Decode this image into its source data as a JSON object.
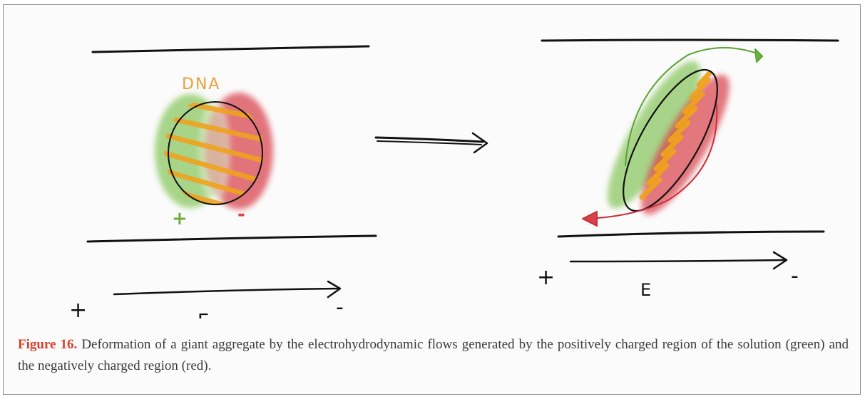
{
  "figure": {
    "label": "Figure 16.",
    "caption": "Deformation of a giant aggregate by the electrohydrodynamic flows generated by the positively charged region of the solution (green) and the negatively charged region (red)."
  },
  "left_panel": {
    "dna_label": "DNA",
    "plus_region_sign": "+",
    "minus_region_sign": "-",
    "plus_electrode": "+",
    "minus_electrode": "-",
    "field_label": "E"
  },
  "right_panel": {
    "plus_electrode": "+",
    "minus_electrode": "-",
    "field_label": "E"
  },
  "colors": {
    "green_region": "#7fc15a",
    "red_region": "#d8404a",
    "dna_stripes": "#f0a21e",
    "dna_label": "#e8a13a",
    "ink": "#111111",
    "caption_label": "#d6402c"
  }
}
